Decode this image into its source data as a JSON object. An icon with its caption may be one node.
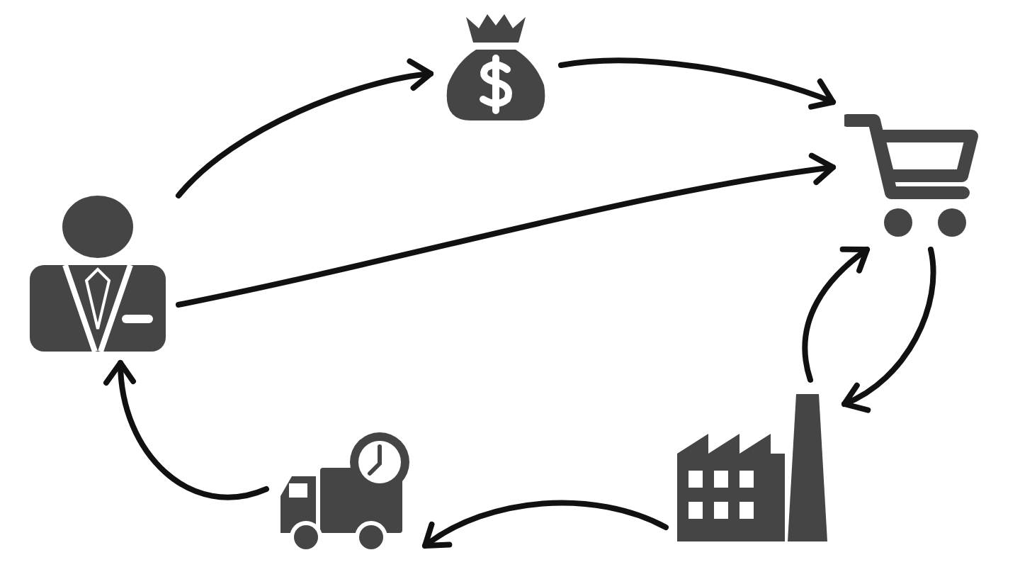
{
  "diagram": {
    "nodes": [
      {
        "text": [],
        "shape": "person"
      },
      {
        "text": [],
        "shape": "bag"
      },
      {
        "text": [],
        "shape": "cart"
      },
      {
        "text": [],
        "shape": "factory"
      },
      {
        "text": [],
        "shape": "truck"
      }
    ],
    "edges": [
      {
        "from": 0,
        "to": 1,
        "arrow": "to"
      },
      {
        "from": 1,
        "to": 2,
        "arrow": "to"
      },
      {
        "from": 0,
        "to": 2,
        "arrow": "to"
      },
      {
        "from": 3,
        "to": 2,
        "arrow": "to"
      },
      {
        "from": 2,
        "to": 3,
        "arrow": "to"
      },
      {
        "from": 3,
        "to": 4,
        "arrow": "to"
      },
      {
        "from": 4,
        "to": 0,
        "arrow": "to"
      }
    ]
  }
}
